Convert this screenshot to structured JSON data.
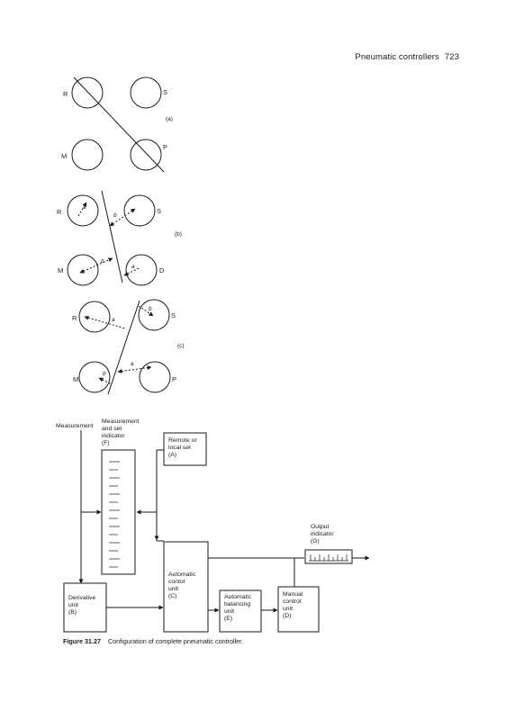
{
  "header": {
    "title": "Pneumatic controllers",
    "page_number": "723"
  },
  "diagram_a": {
    "label": "(a)",
    "circle_labels": {
      "r": "R",
      "s": "S",
      "m": "M",
      "p": "P"
    }
  },
  "diagram_b": {
    "label": "(b)",
    "circle_labels": {
      "r": "R",
      "s": "S",
      "m": "M",
      "p": "D"
    },
    "distance_labels": {
      "a": "a",
      "b": "b"
    }
  },
  "diagram_c": {
    "label": "(c)",
    "circle_labels": {
      "r": "R",
      "s": "S",
      "m": "M",
      "p": "P"
    },
    "distance_labels": {
      "a": "a",
      "b": "b"
    }
  },
  "block_diagram": {
    "measurement_input": "Measurement",
    "indicator_f": [
      "Measurement",
      "and set",
      "indicator",
      "(F)"
    ],
    "remote_a": [
      "Remote or",
      "local set",
      "(A)"
    ],
    "output_g": [
      "Output",
      "indicator",
      "(G)"
    ],
    "auto_c": [
      "Automatic",
      "contol",
      "unit",
      "(C)"
    ],
    "derivative_b": [
      "Derivative",
      "unit",
      "(B)"
    ],
    "balancing_e": [
      "Automatic",
      "balancing",
      "unit",
      "(E)"
    ],
    "manual_d": [
      "Manual",
      "control",
      "unit",
      "(D)"
    ]
  },
  "figure": {
    "number": "Figure 31.27",
    "caption": "Configuration of complete pneumatic controller."
  }
}
